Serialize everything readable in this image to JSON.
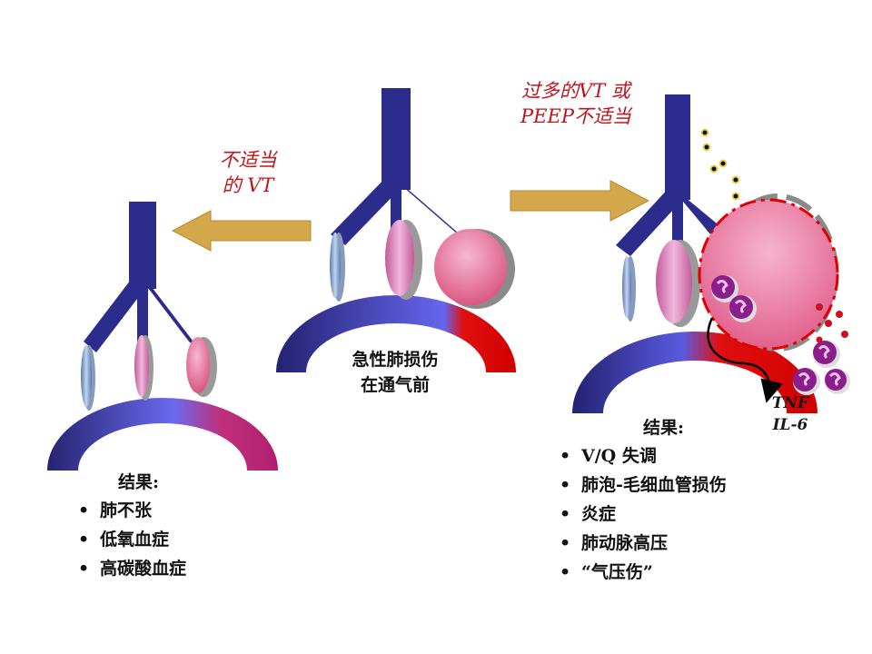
{
  "left_panel": {
    "arrow_label": [
      "不适当",
      "的 VT"
    ],
    "result_title": "结果:",
    "results": [
      "肺不张",
      "低氧血症",
      "高碳酸血症"
    ]
  },
  "center_panel": {
    "caption": [
      "急性肺损伤",
      "在通气前"
    ]
  },
  "right_panel": {
    "arrow_label": [
      "过多的VT 或",
      "PEEP不适当"
    ],
    "cytokines": [
      "TNF",
      "IL-6"
    ],
    "result_title": "结果:",
    "results": [
      "V/Q 失调",
      "肺泡-毛细血管损伤",
      "炎症",
      "肺动脉高压",
      "“气压伤”"
    ]
  },
  "colors": {
    "airway": "#2b2c8c",
    "arrow_gold": "#d4a74a",
    "label_red": "#c0141c",
    "band_blue": "#3a3ab0",
    "band_red": "#e01010",
    "alveolus_pink": "#e06a98",
    "neutrophil_purple": "#8a1e8a"
  },
  "icons": [
    "left-arrow-icon",
    "right-arrow-icon",
    "neutrophil-icon",
    "cytokine-dot-icon",
    "curved-arrow-icon"
  ]
}
